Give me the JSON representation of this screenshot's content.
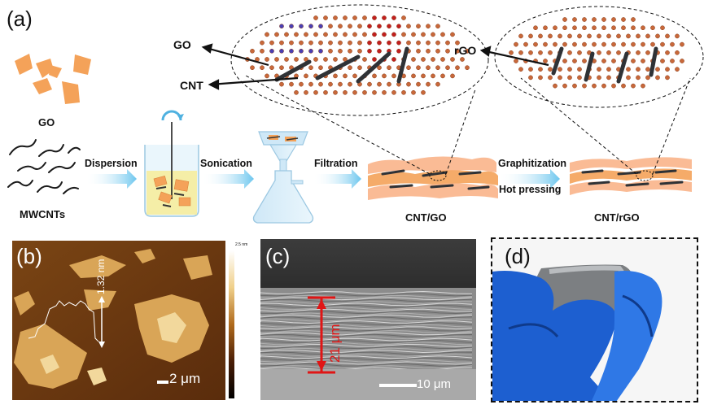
{
  "panel_a": {
    "label": "(a)",
    "materials": {
      "go": "GO",
      "mwcnts": "MWCNTs"
    },
    "steps": {
      "dispersion": "Dispersion",
      "sonication": "Sonication",
      "filtration": "Filtration",
      "graphitization": "Graphitization",
      "hot_pressing": "Hot pressing"
    },
    "products": {
      "cnt_go": "CNT/GO",
      "cnt_rgo": "CNT/rGO"
    },
    "zoom_labels": {
      "go": "GO",
      "cnt": "CNT",
      "rgo": "rGO"
    }
  },
  "panel_b": {
    "label": "(b)",
    "height_annotation": "1.32 nm",
    "scale_bar": "2 μm",
    "colorbar_top": "2.5 nm"
  },
  "panel_c": {
    "label": "(c)",
    "thickness_annotation": "21 μm",
    "scale_bar": "10 μm"
  },
  "panel_d": {
    "label": "(d)"
  },
  "colors": {
    "go_orange": "#F4A259",
    "cnt_dark": "#2f3236",
    "arrow_blue": "#8fd3f0",
    "afm_dark": "#3a1a08",
    "afm_mid": "#9a5d1a",
    "afm_light": "#e8c07a",
    "glove_blue": "#1d5fd0",
    "measure_red": "#e01515"
  }
}
